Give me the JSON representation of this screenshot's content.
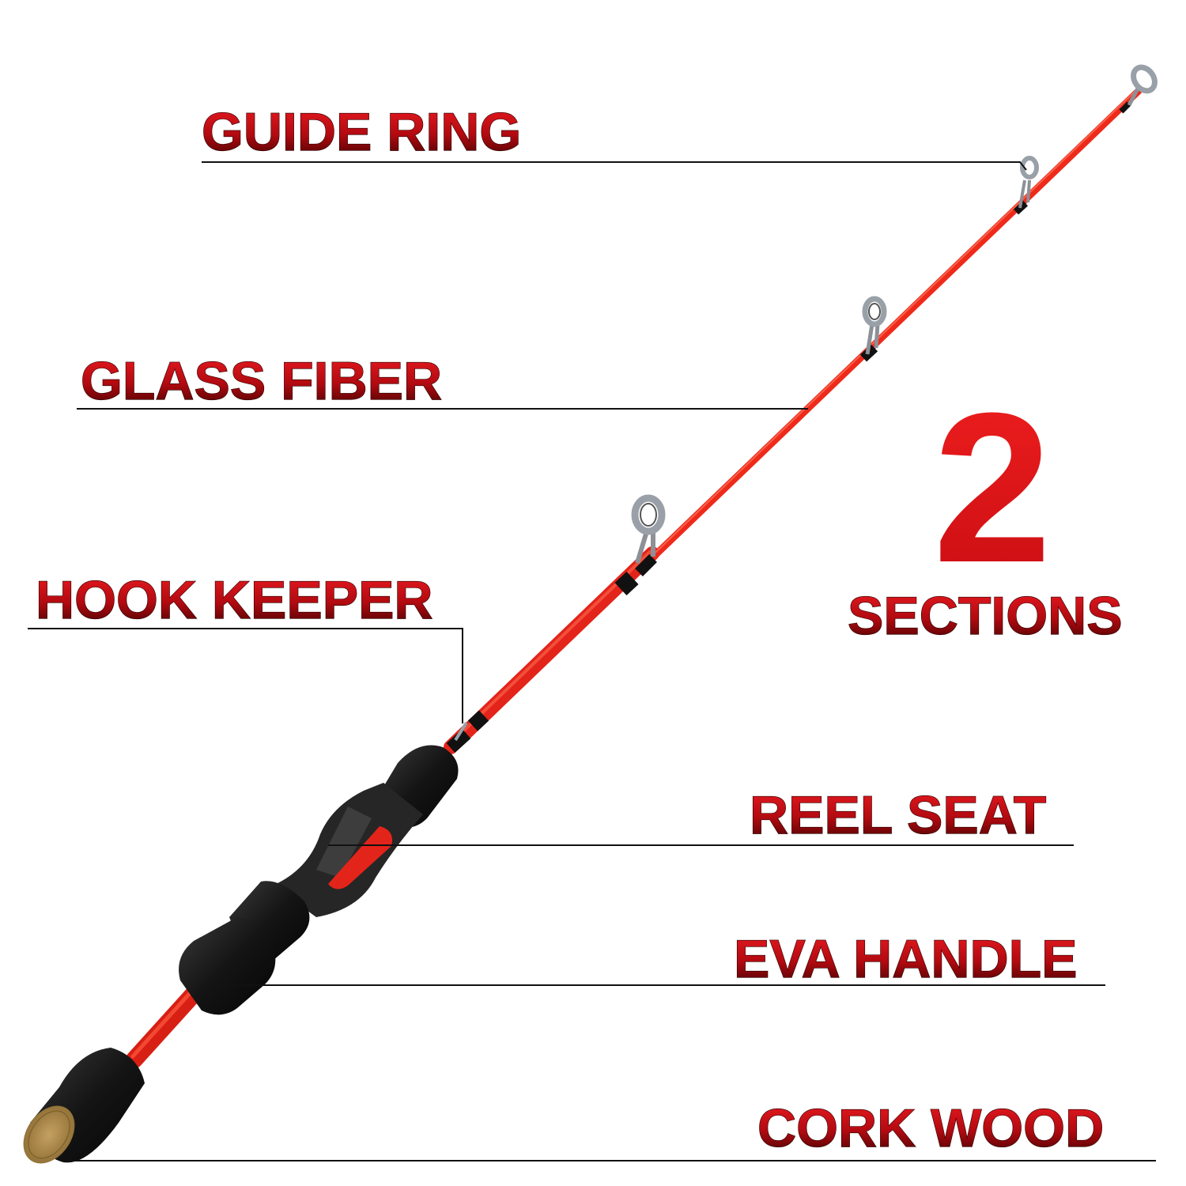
{
  "labels": {
    "guide_ring": "GUIDE RING",
    "glass_fiber": "GLASS FIBER",
    "hook_keeper": "HOOK KEEPER",
    "reel_seat": "REEL SEAT",
    "eva_handle": "EVA HANDLE",
    "cork_wood": "CORK WOOD"
  },
  "sections": {
    "count": "2",
    "label": "SECTIONS"
  },
  "colors": {
    "label_top": "#e8141b",
    "label_bottom": "#3a0000",
    "rod_blank": "#ee2a1b",
    "grip": "#1d1d1d",
    "cork": "#b08a45",
    "guide_metal": "#9a9ea6"
  }
}
